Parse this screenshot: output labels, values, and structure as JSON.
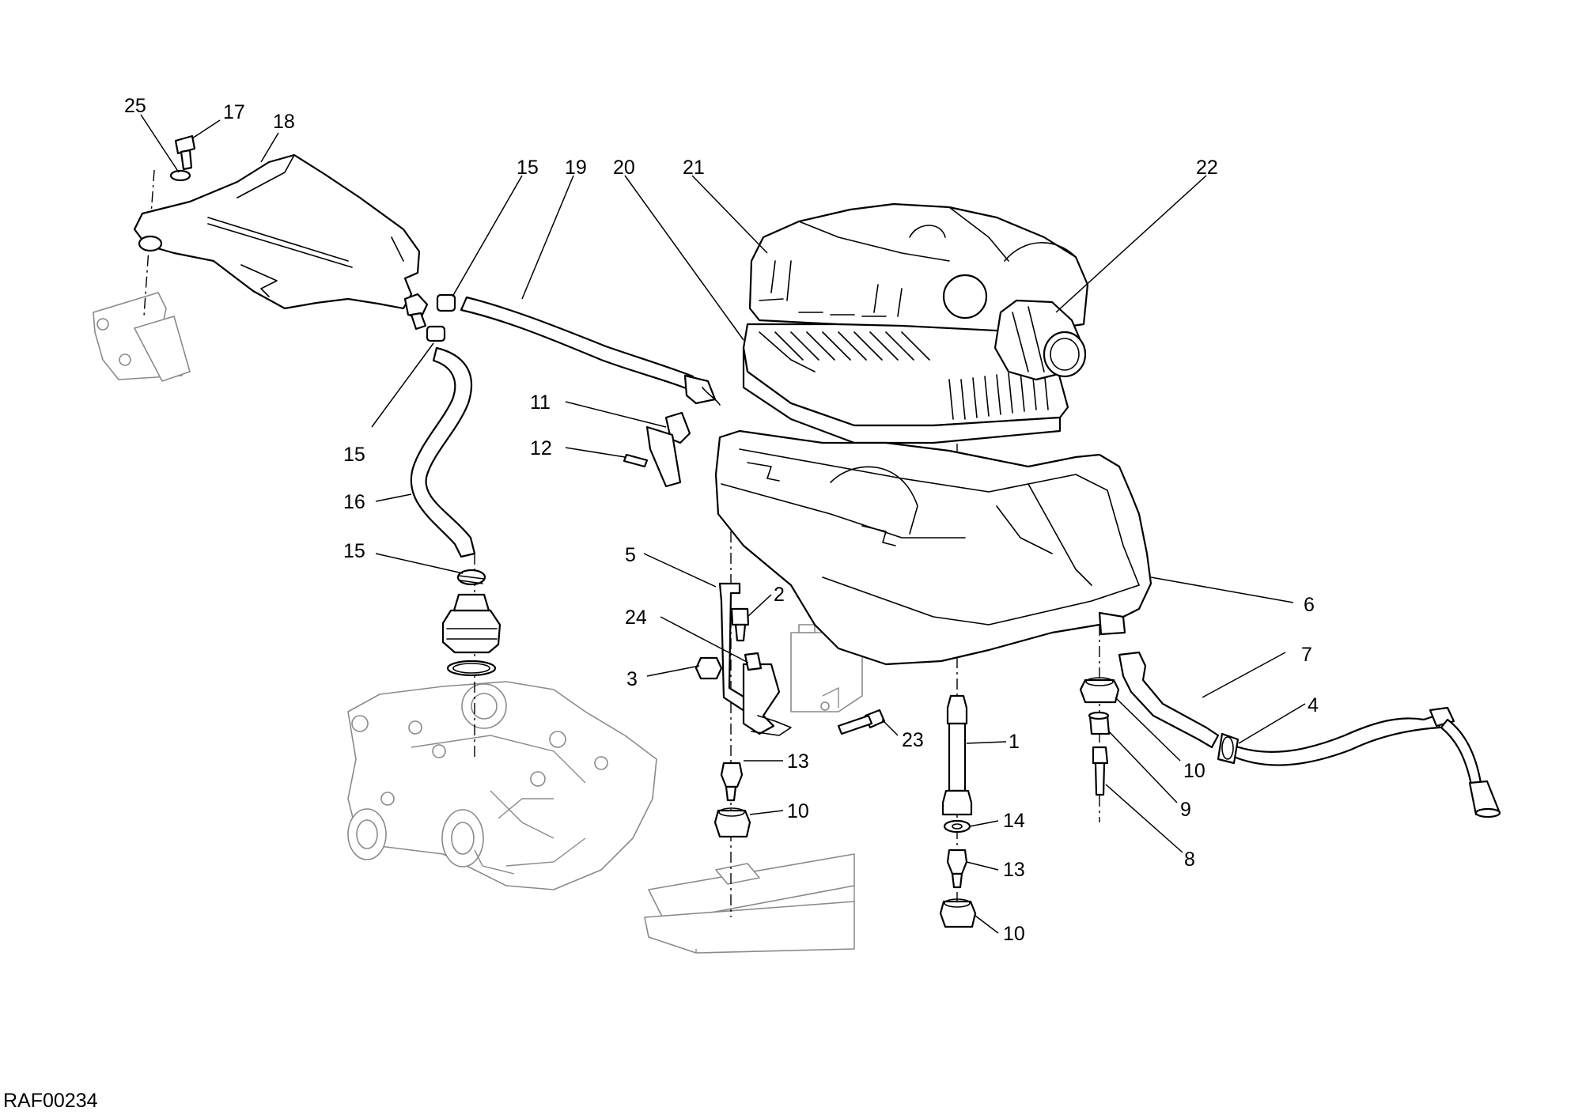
{
  "diagram_code": "RAF00234",
  "callouts": [
    {
      "id": "c25a",
      "label": "25"
    },
    {
      "id": "c17",
      "label": "17"
    },
    {
      "id": "c18",
      "label": "18"
    },
    {
      "id": "c15a",
      "label": "15"
    },
    {
      "id": "c19",
      "label": "19"
    },
    {
      "id": "c20",
      "label": "20"
    },
    {
      "id": "c21",
      "label": "21"
    },
    {
      "id": "c22",
      "label": "22"
    },
    {
      "id": "c11",
      "label": "11"
    },
    {
      "id": "c12",
      "label": "12"
    },
    {
      "id": "c15b",
      "label": "15"
    },
    {
      "id": "c16",
      "label": "16"
    },
    {
      "id": "c15c",
      "label": "15"
    },
    {
      "id": "c5",
      "label": "5"
    },
    {
      "id": "c2",
      "label": "2"
    },
    {
      "id": "c24",
      "label": "24"
    },
    {
      "id": "c3",
      "label": "3"
    },
    {
      "id": "c13a",
      "label": "13"
    },
    {
      "id": "c10a",
      "label": "10"
    },
    {
      "id": "c23",
      "label": "23"
    },
    {
      "id": "c6",
      "label": "6"
    },
    {
      "id": "c7",
      "label": "7"
    },
    {
      "id": "c4",
      "label": "4"
    },
    {
      "id": "c1",
      "label": "1"
    },
    {
      "id": "c10b",
      "label": "10"
    },
    {
      "id": "c9",
      "label": "9"
    },
    {
      "id": "c8",
      "label": "8"
    },
    {
      "id": "c14",
      "label": "14"
    },
    {
      "id": "c13b",
      "label": "13"
    },
    {
      "id": "c10c",
      "label": "10"
    }
  ]
}
